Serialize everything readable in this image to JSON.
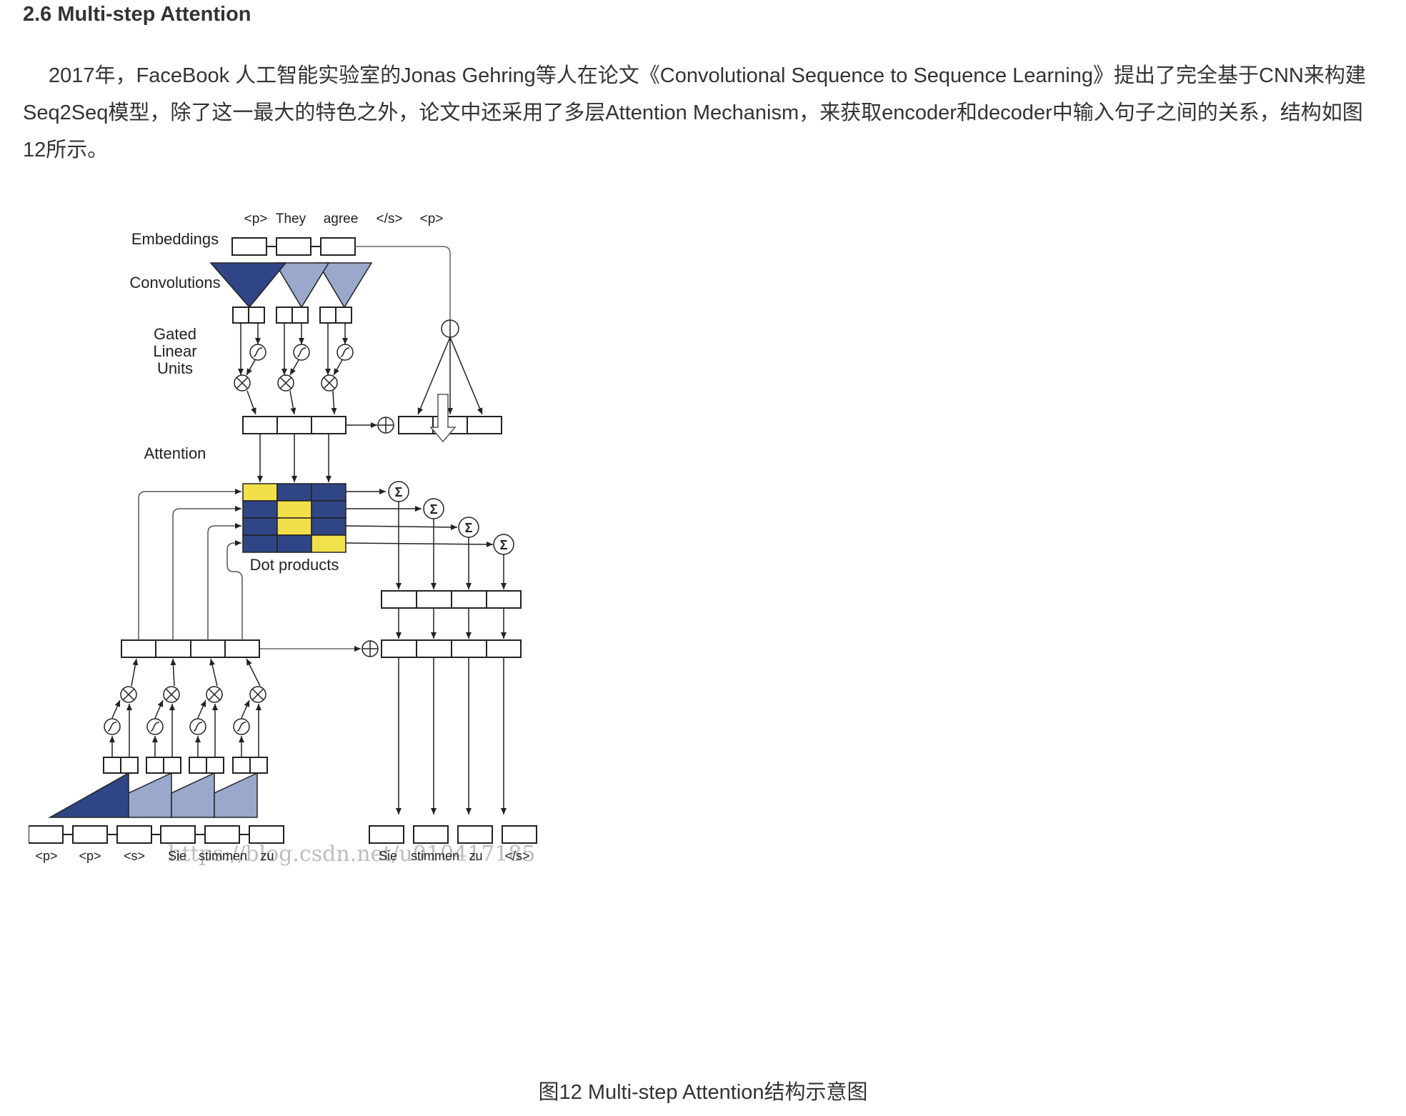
{
  "heading": "2.6 Multi-step Attention",
  "paragraph": "2017年，FaceBook 人工智能实验室的Jonas Gehring等人在论文《Convolutional Sequence to Sequence Learning》提出了完全基于CNN来构建Seq2Seq模型，除了这一最大的特色之外，论文中还采用了多层Attention Mechanism，来获取encoder和decoder中输入句子之间的关系，结构如图12所示。",
  "figure": {
    "labels": {
      "embeddings": "Embeddings",
      "convolutions": "Convolutions",
      "glu_1": "Gated",
      "glu_2": "Linear",
      "glu_3": "Units",
      "attention": "Attention",
      "dot_products": "Dot products"
    },
    "top_tokens": [
      "<p>",
      "They",
      "agree",
      "</s>",
      "<p>"
    ],
    "bottom_left_tokens": [
      "<p>",
      "<p>",
      "<s>",
      "Sie",
      "stimmen",
      "zu"
    ],
    "bottom_right_tokens": [
      "Sie",
      "stimmen",
      "zu",
      "</s>"
    ],
    "sigma_symbol": "Σ",
    "watermark": "https://blog.csdn.net/u010417185",
    "colors": {
      "dark_blue": "#2f4585",
      "light_blue": "#9aa8cc",
      "yellow": "#f2e04b"
    }
  },
  "caption": "图12 Multi-step Attention结构示意图"
}
